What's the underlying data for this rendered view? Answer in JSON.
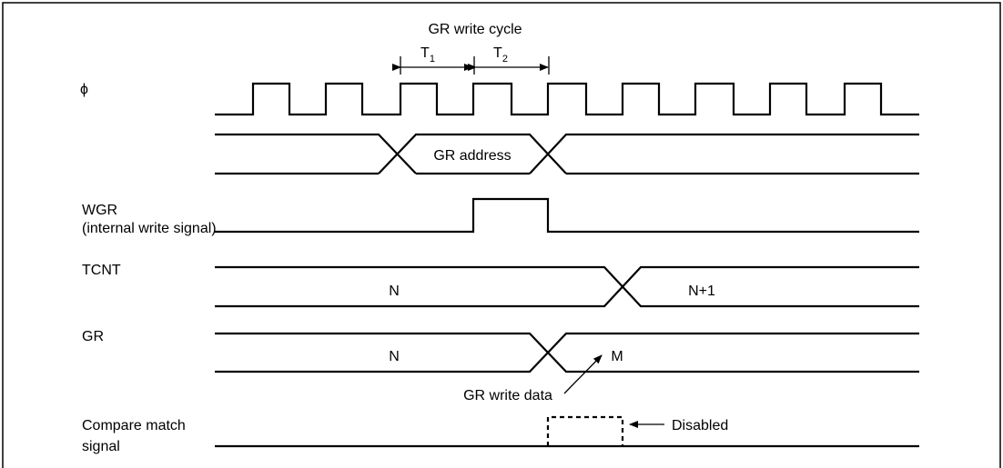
{
  "header": {
    "cycle_label": "GR write cycle",
    "t1": "T",
    "t1_sub": "1",
    "t2": "T",
    "t2_sub": "2"
  },
  "signals": {
    "phi": "ϕ",
    "address_bus": "GR address",
    "wgr_line1": "WGR",
    "wgr_line2": "(internal write signal)",
    "tcnt": "TCNT",
    "tcnt_before": "N",
    "tcnt_after": "N+1",
    "gr": "GR",
    "gr_before": "N",
    "gr_after": "M",
    "gr_write_data": "GR write data",
    "compare_line1": "Compare match",
    "compare_line2": "signal",
    "disabled": "Disabled"
  }
}
